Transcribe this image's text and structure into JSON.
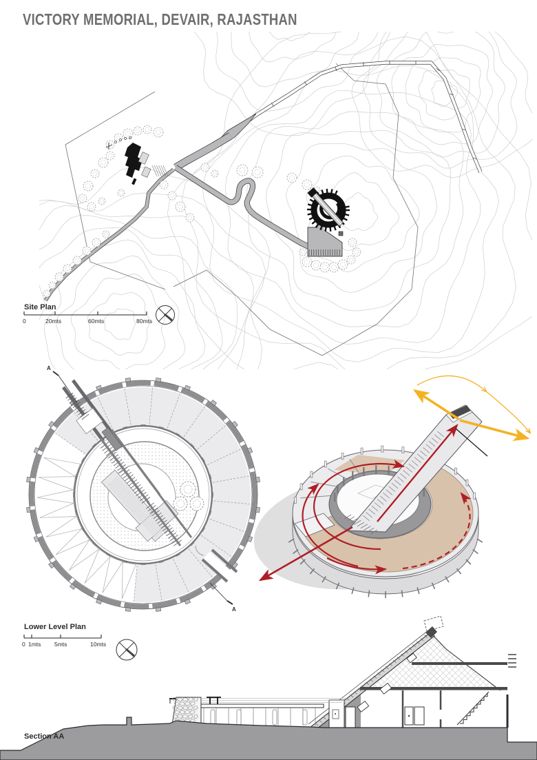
{
  "title": "VICTORY MEMORIAL, DEVAIR, RAJASTHAN",
  "colors": {
    "title_gray": "#6f6e70",
    "circulation_red": "#ae1f24",
    "sun_path_yellow": "#f4b223",
    "floor_tan": "#d9c2ac",
    "ground_gray": "#9c9c9f",
    "contour_gray": "#cdcdcd",
    "path_gray": "#b8b8ba"
  },
  "site_plan": {
    "label": "Site Plan",
    "scale": {
      "ticks": [
        "0",
        "20mts",
        "60mts",
        "80mts"
      ]
    }
  },
  "lower_level_plan": {
    "label": "Lower Level Plan",
    "scale": {
      "ticks": [
        "0",
        "1mts",
        "5mts",
        "10mts"
      ]
    },
    "section_marker": "A"
  },
  "section": {
    "label": "Section AA"
  }
}
